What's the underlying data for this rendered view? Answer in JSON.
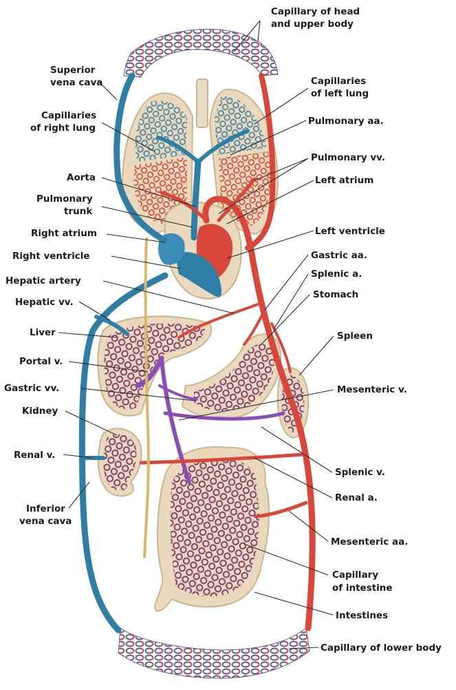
{
  "colors": {
    "arterial": "#d9473a",
    "venous": "#2f7ea6",
    "portal": "#8a4fb7",
    "capillary_mix": "#8b3f7a",
    "organ_fill": "#ead9bd",
    "organ_edge": "#c9b48d",
    "lymph_yellow": "#d9b86a",
    "label_text": "#1b1b1b"
  },
  "labels": {
    "capillary_head": [
      "Capillary of head",
      "and upper body"
    ],
    "superior_vena_cava": [
      "Superior",
      "vena cava"
    ],
    "capillaries_left_lung": [
      "Capillaries",
      "of left lung"
    ],
    "capillaries_right_lung": [
      "Capillaries",
      "of right lung"
    ],
    "pulmonary_aa": "Pulmonary aa.",
    "pulmonary_vv": "Pulmonary vv.",
    "aorta": "Aorta",
    "left_atrium": "Left atrium",
    "pulmonary_trunk": [
      "Pulmonary",
      "trunk"
    ],
    "right_atrium": "Right atrium",
    "left_ventricle": "Left ventricle",
    "right_ventricle": "Right ventricle",
    "gastric_aa": "Gastric aa.",
    "hepatic_artery": "Hepatic artery",
    "splenic_a": "Splenic a.",
    "hepatic_vv": "Hepatic vv.",
    "stomach": "Stomach",
    "liver": "Liver",
    "spleen": "Spleen",
    "portal_v": "Portal v.",
    "gastric_vv": "Gastric vv.",
    "mesenteric_v": "Mesenteric v.",
    "kidney": "Kidney",
    "renal_v": "Renal v.",
    "splenic_v": "Splenic v.",
    "inferior_vena_cava": [
      "Inferior",
      "vena cava"
    ],
    "renal_a": "Renal a.",
    "mesenteric_aa": "Mesenteric aa.",
    "capillary_intestine": [
      "Capillary",
      "of intestine"
    ],
    "intestines": "Intestines",
    "capillary_lower_body": "Capillary of lower body"
  }
}
